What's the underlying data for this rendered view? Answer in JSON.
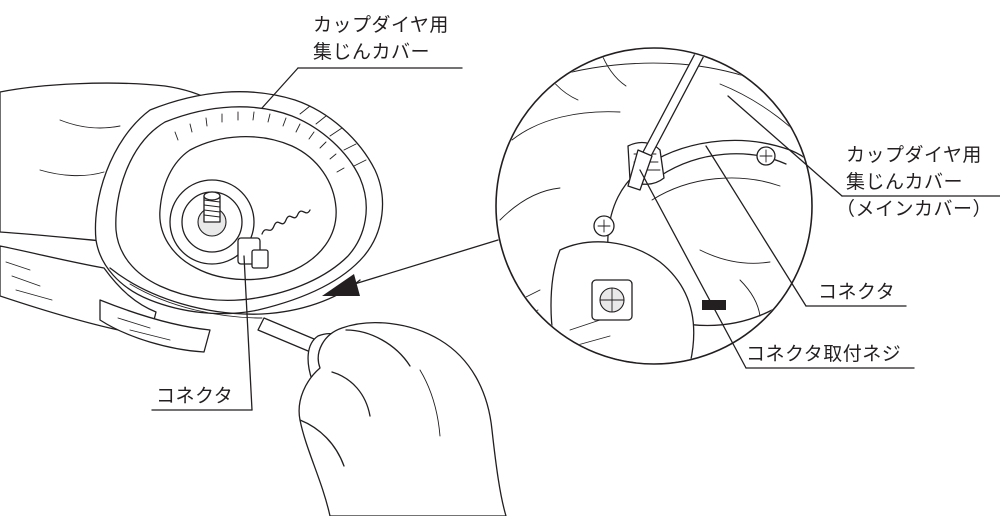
{
  "labels": {
    "cover_left_line1": "カップダイヤ用",
    "cover_left_line2": "集じんカバー",
    "cover_right_line1": "カップダイヤ用",
    "cover_right_line2": "集じんカバー",
    "cover_right_line3": "（メインカバー）",
    "connector_right": "コネクタ",
    "connector_screw": "コネクタ取付ネジ",
    "connector_left": "コネクタ"
  },
  "colors": {
    "ink": "#231f20",
    "background": "#ffffff",
    "shade": "#e9e9e9"
  }
}
